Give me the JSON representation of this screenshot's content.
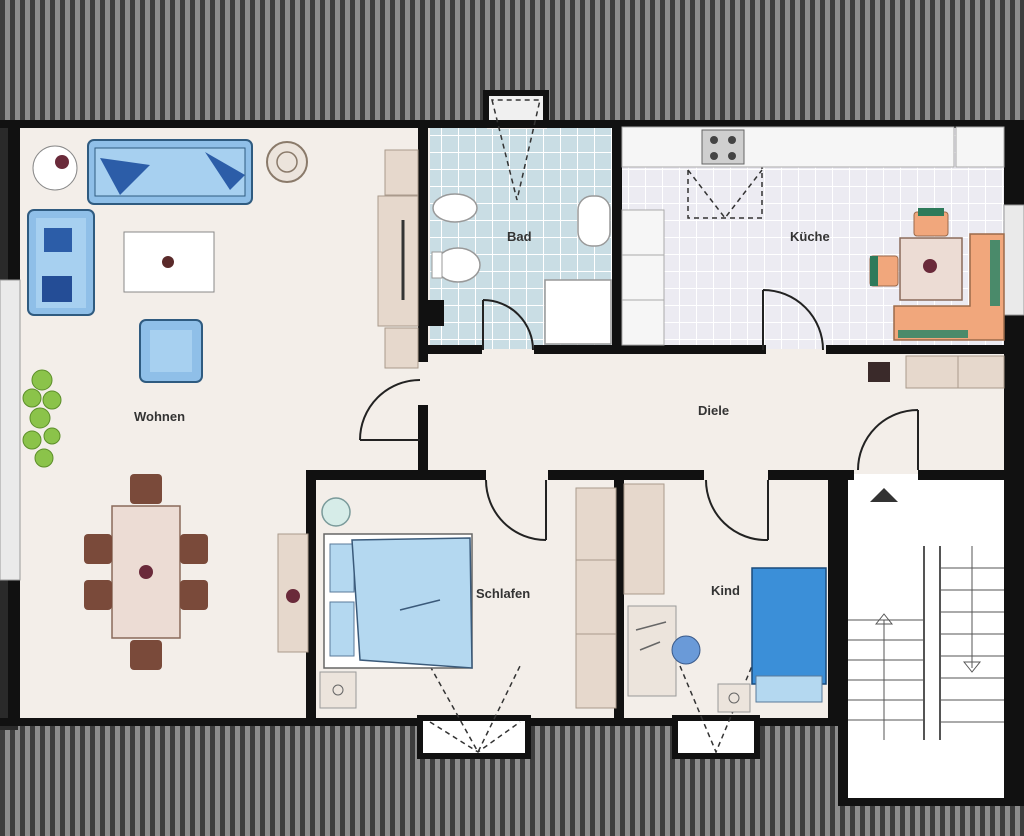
{
  "rooms": {
    "wohnen": "Wohnen",
    "bad": "Bad",
    "kueche": "Küche",
    "diele": "Diele",
    "schlafen": "Schlafen",
    "kind": "Kind"
  },
  "colors": {
    "wall": "#111111",
    "floor": "#f3eee9",
    "tile_bath": "#c9dde4",
    "tile_kitchen": "#ecebf2",
    "sofa": "#8fbfe8",
    "furniture": "#e6d8cc",
    "dining_chair": "#7a4a3a",
    "bedding": "#b4d8f0",
    "kid_bed": "#3b8fd8",
    "counter": "#f1a77c",
    "plant": "#8bc34a"
  },
  "icons": {
    "stairs_up": "triangle-up-icon",
    "arrows": "stair-direction-arrow-icon"
  }
}
